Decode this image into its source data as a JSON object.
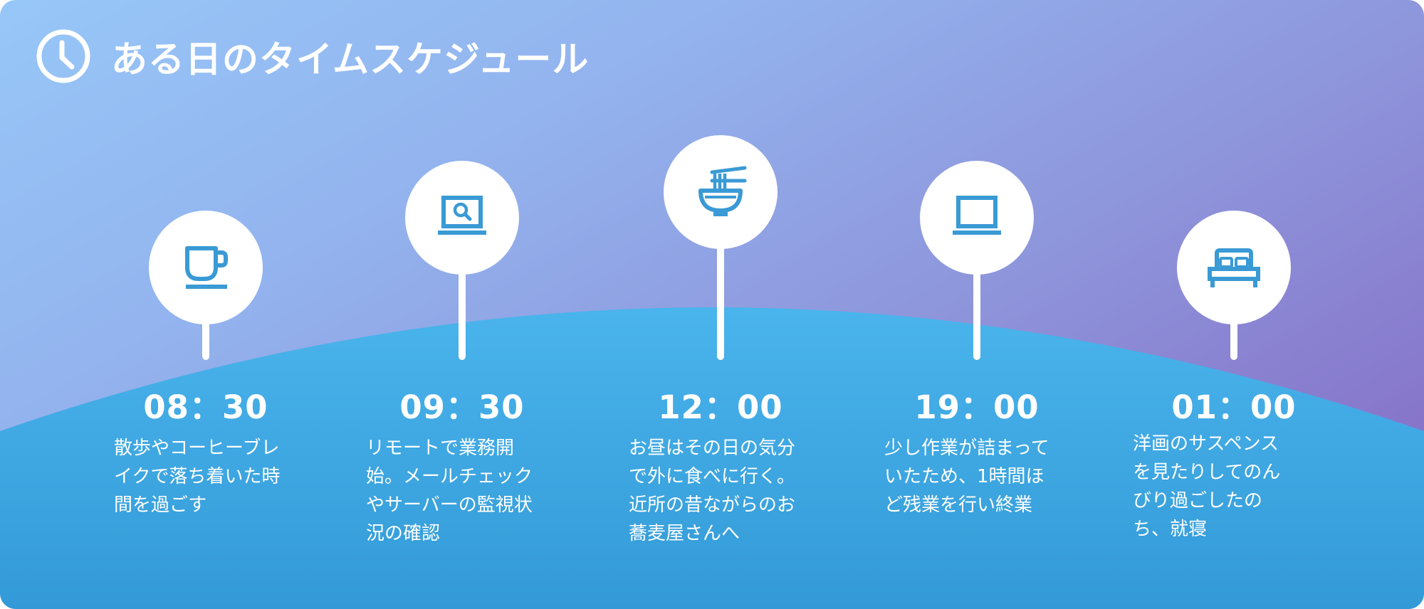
{
  "title": "ある日のタイムスケジュール",
  "colors": {
    "background_start": "#97c7f8",
    "background_end": "#8366c2",
    "ground_top": "#4ab4ec",
    "ground_bottom": "#339ad7",
    "icon": "#3a9ad5",
    "text": "#ffffff"
  },
  "header": {
    "icon": "clock-icon"
  },
  "schedule": [
    {
      "time": "08：30",
      "icon": "coffee-cup-icon",
      "description": "散歩やコーヒーブレ\nイクで落ち着いた時\n間を過ごす"
    },
    {
      "time": "09：30",
      "icon": "laptop-search-icon",
      "description": "リモートで業務開\n始。メールチェック\nやサーバーの監視状\n況の確認"
    },
    {
      "time": "12：00",
      "icon": "noodle-bowl-icon",
      "description": "お昼はその日の気分\nで外に食べに行く。\n近所の昔ながらのお\n蕎麦屋さんへ"
    },
    {
      "time": "19：00",
      "icon": "laptop-icon",
      "description": "少し作業が詰まって\nいたため、1時間ほ\nど残業を行い終業"
    },
    {
      "time": "01：00",
      "icon": "bed-icon",
      "description": "洋画のサスペンス\nを見たりしてのん\nびり過ごしたの\nち、就寝"
    }
  ]
}
